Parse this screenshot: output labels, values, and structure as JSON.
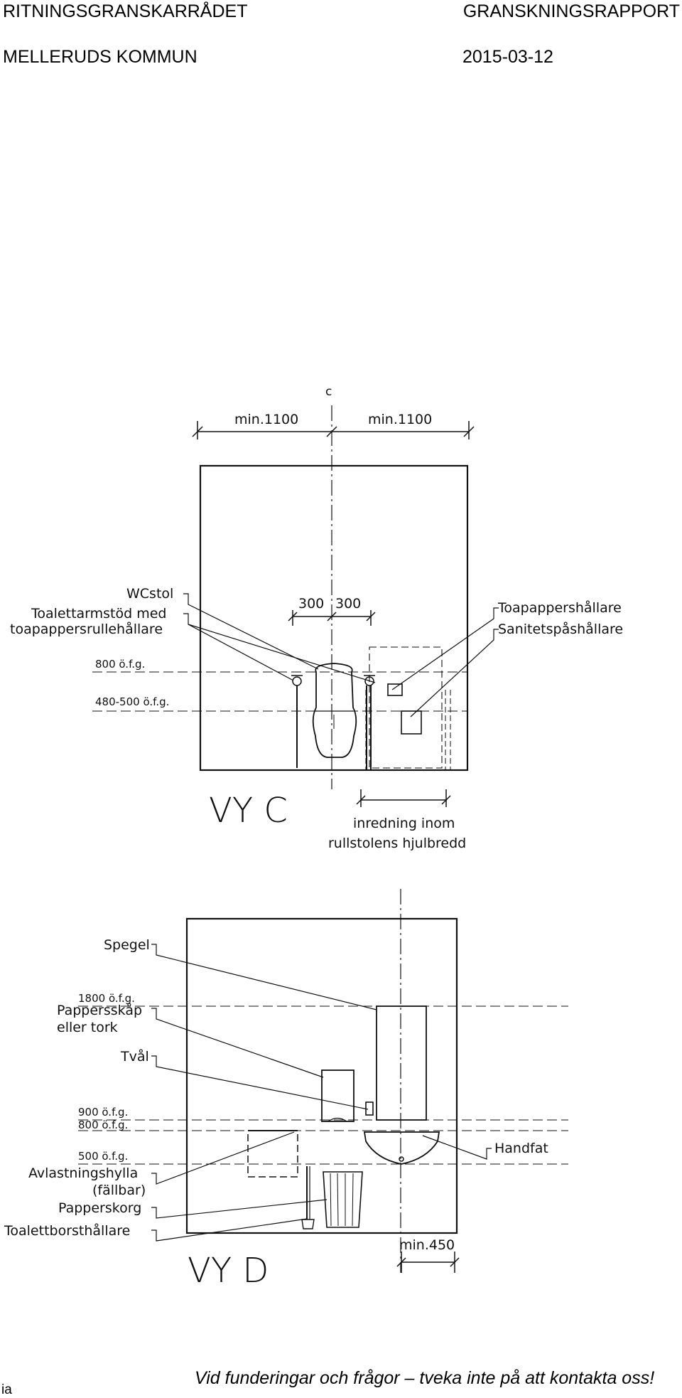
{
  "header": {
    "organization": "RITNINGSGRANSKARRÅDET",
    "document_type": "GRANSKNINGSRAPPORT",
    "municipality": "MELLERUDS KOMMUN",
    "date": "2015-03-12"
  },
  "view_c": {
    "centerline_mark": "c",
    "dim_left": "min.1100",
    "dim_right": "min.1100",
    "labels": {
      "wc": "WCstol",
      "armrest_1": "Toalettarmstöd med",
      "armrest_2": "toapappersrullehållare",
      "dim_300a": "300",
      "dim_300b": "300",
      "paper_holder": "Toapappershållare",
      "sanitary_holder": "Sanitetspåshållare",
      "level_800": "800 ö.f.g.",
      "level_480": "480-500 ö.f.g.",
      "furnish_1": "inredning inom",
      "furnish_2": "rullstolens hjulbredd"
    },
    "title": "VY C"
  },
  "view_d": {
    "labels": {
      "mirror": "Spegel",
      "level_1800": "1800 ö.f.g.",
      "paper_cab_1": "Pappersskåp",
      "paper_cab_2": "eller tork",
      "soap": "Tvål",
      "level_900": "900 ö.f.g.",
      "level_800": "800 ö.f.g.",
      "level_500": "500 ö.f.g.",
      "shelf_1": "Avlastningshylla",
      "shelf_2": "(fällbar)",
      "basket": "Papperskorg",
      "brush": "Toalettborsthållare",
      "sink": "Handfat",
      "dim_450": "min.450"
    },
    "title": "VY D"
  },
  "footer": {
    "text": "Vid funderingar och frågor – tveka inte på att kontakta oss!",
    "corner": "ia"
  }
}
